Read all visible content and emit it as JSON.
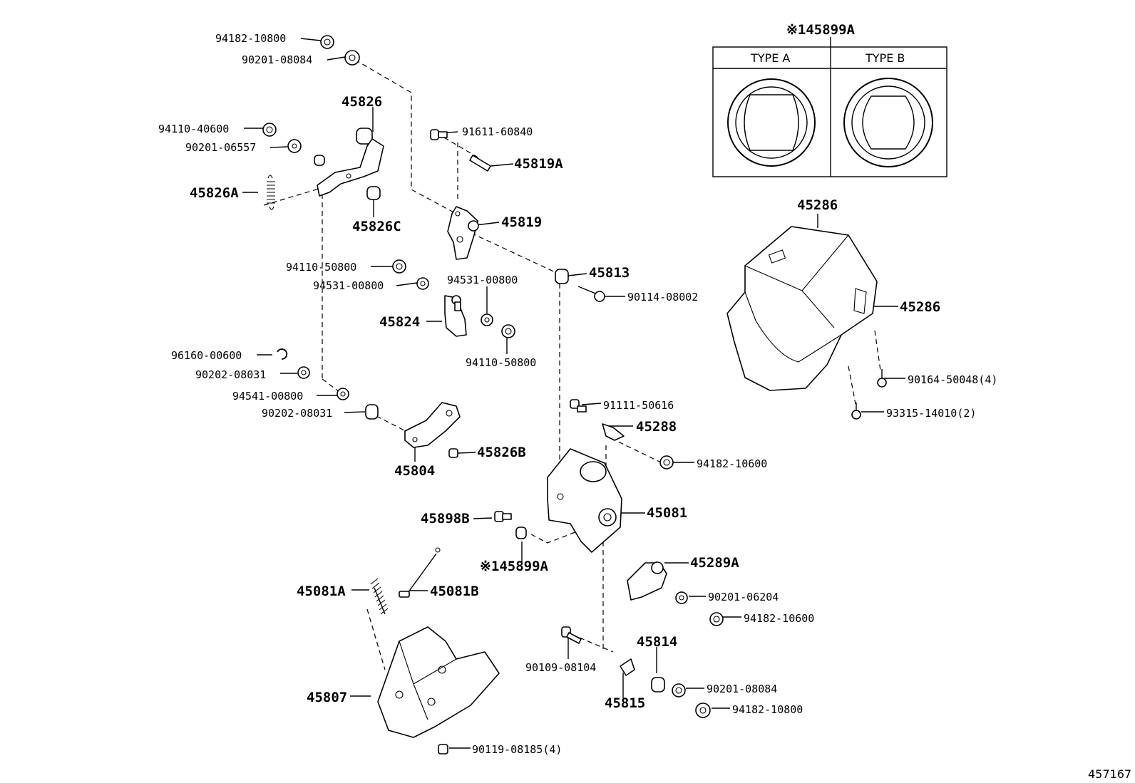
{
  "diagram": {
    "figure_number": "457167",
    "inset_title": "※145899A",
    "inset_type_a": "TYPE A",
    "inset_type_b": "TYPE B",
    "labels": {
      "p94182_10800_top": "94182-10800",
      "p90201_08084_top": "90201-08084",
      "p45826": "45826",
      "p94110_40600": "94110-40600",
      "p90201_06557": "90201-06557",
      "p45826A": "45826A",
      "p45826C": "45826C",
      "p91611_60840": "91611-60840",
      "p45819A": "45819A",
      "p45819": "45819",
      "p94110_50800_a": "94110-50800",
      "p94531_00800_a": "94531-00800",
      "p94531_00800_b": "94531-00800",
      "p45824": "45824",
      "p94110_50800_b": "94110-50800",
      "p45813": "45813",
      "p90114_08002": "90114-08002",
      "p96160_00600": "96160-00600",
      "p90202_08031_a": "90202-08031",
      "p94541_00800": "94541-00800",
      "p90202_08031_b": "90202-08031",
      "p45804": "45804",
      "p45826B": "45826B",
      "p91111_50616": "91111-50616",
      "p45288": "45288",
      "p94182_10600_a": "94182-10600",
      "p45286_a": "45286",
      "p45286_b": "45286",
      "p90164_50048": "90164-50048(4)",
      "p93315_14010": "93315-14010(2)",
      "p45081": "45081",
      "p45898B": "45898B",
      "p145899A": "※145899A",
      "p45289A": "45289A",
      "p90201_06204": "90201-06204",
      "p94182_10600_b": "94182-10600",
      "p45081A": "45081A",
      "p45081B": "45081B",
      "p45814": "45814",
      "p90109_08104": "90109-08104",
      "p45815": "45815",
      "p90201_08084_b": "90201-08084",
      "p94182_10800_b": "94182-10800",
      "p45807": "45807",
      "p90119_08185": "90119-08185(4)"
    }
  }
}
